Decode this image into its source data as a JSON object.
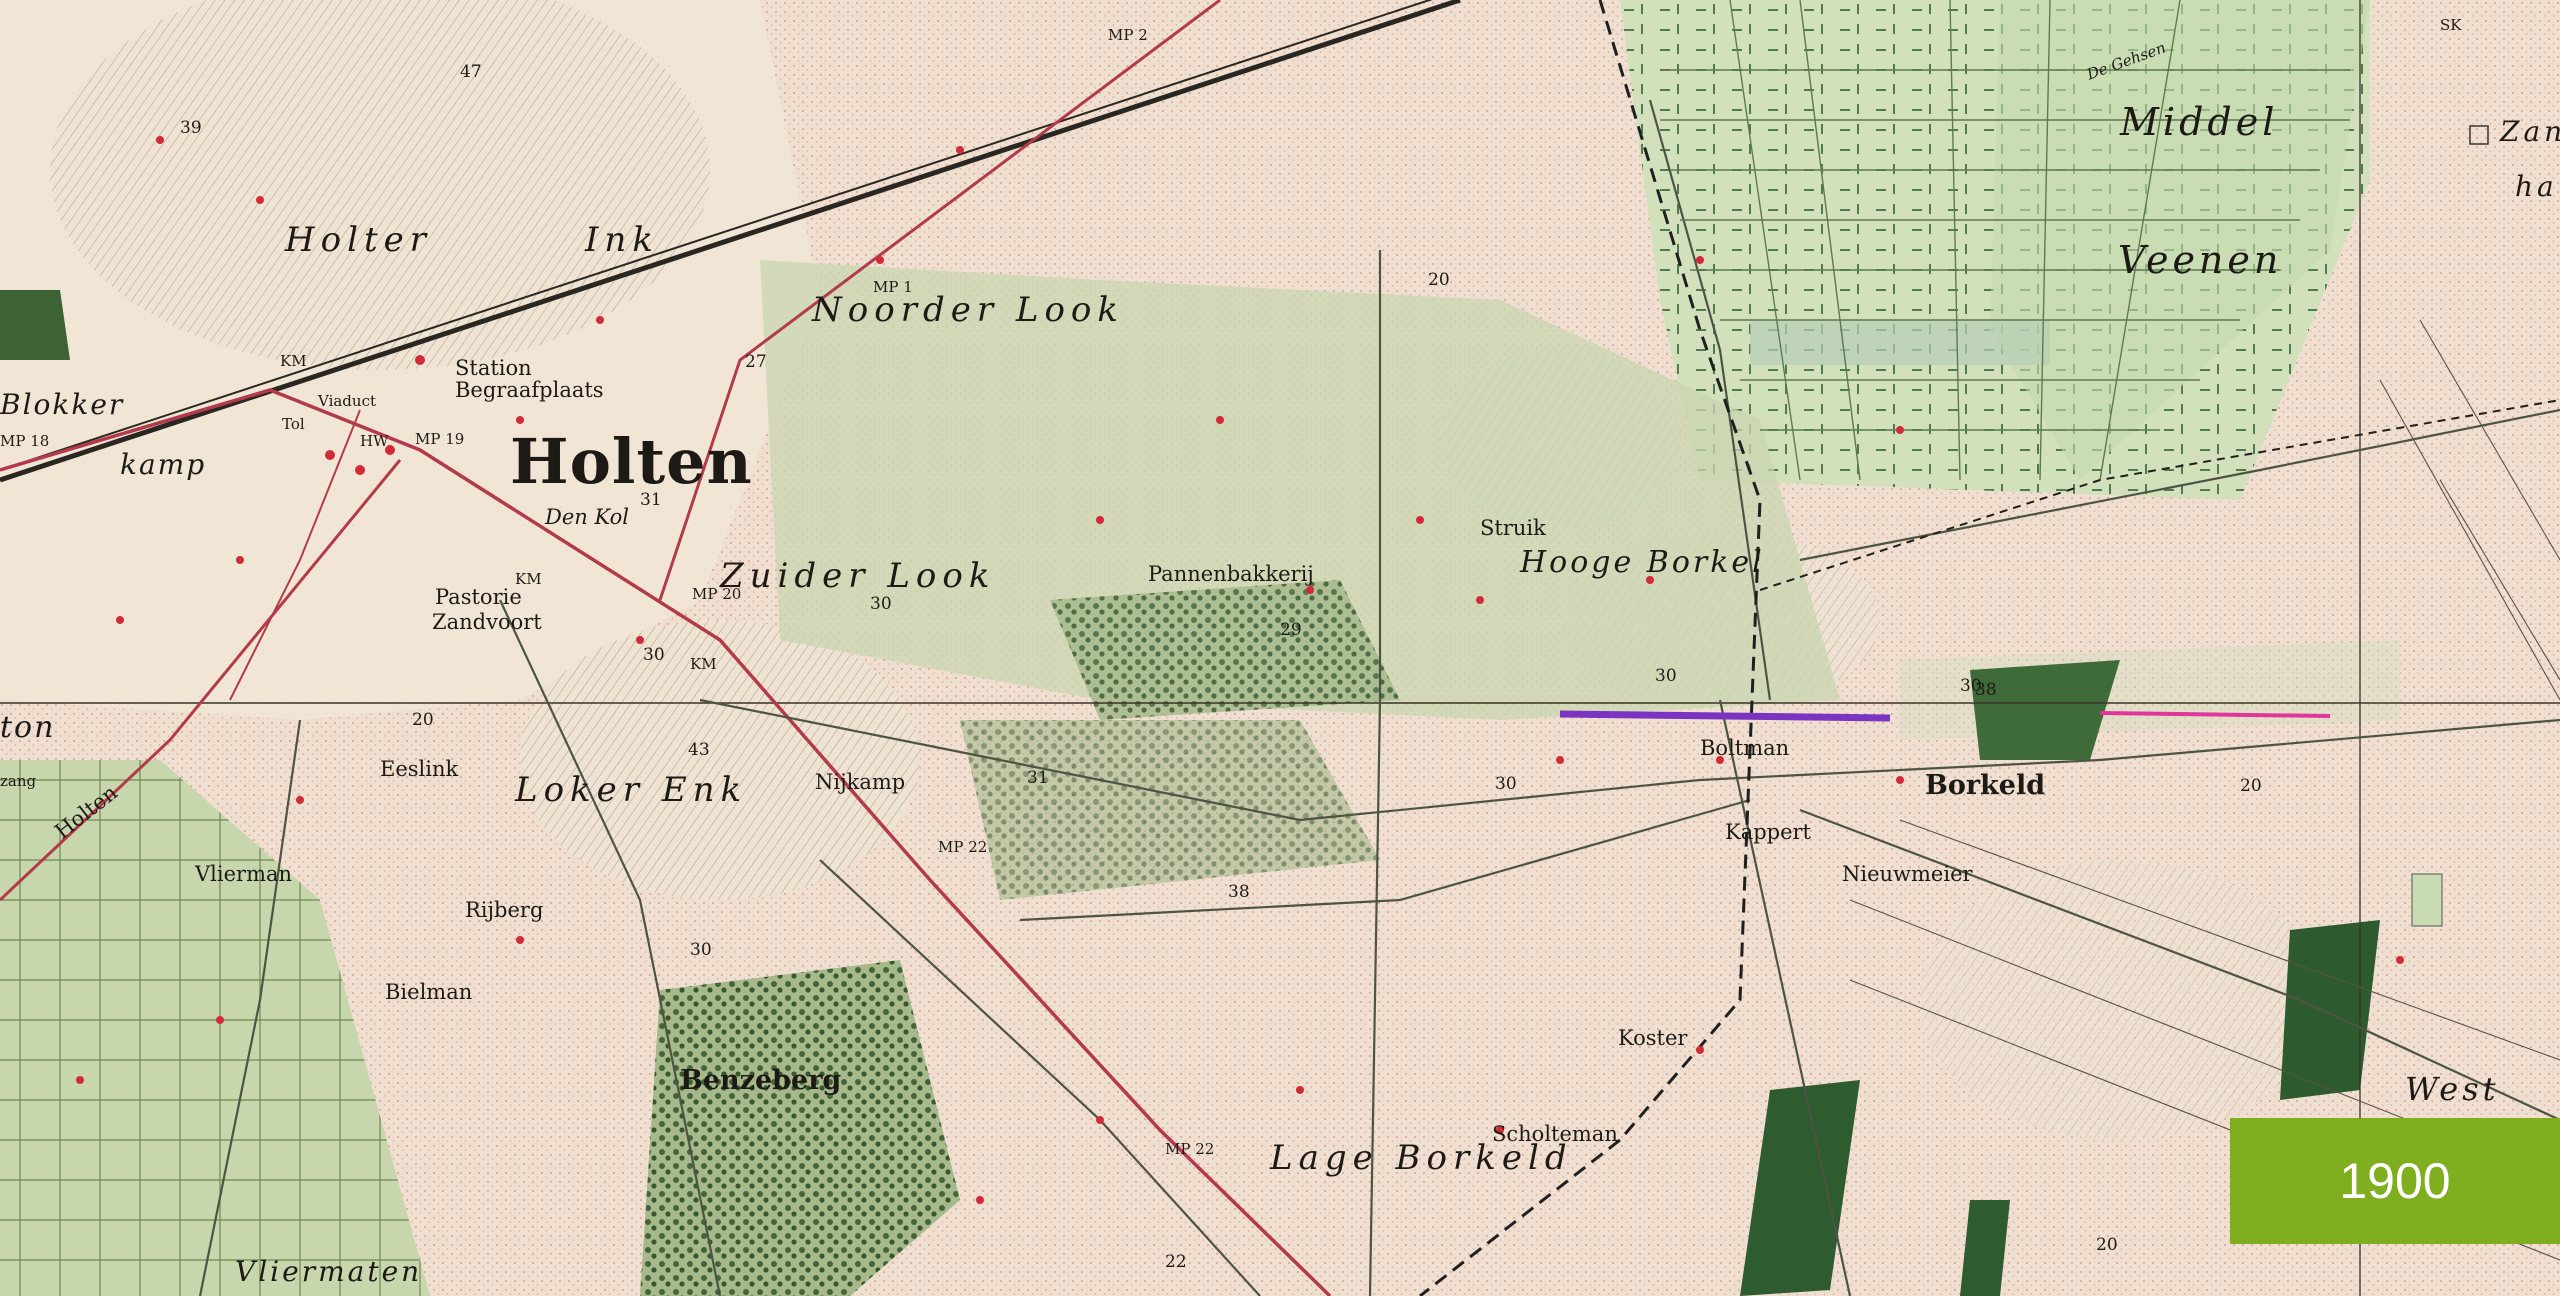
{
  "map": {
    "labels": {
      "holten": "Holten",
      "holter": "Holter",
      "ink": "Ink",
      "blokker": "Blokker",
      "kamp": "kamp",
      "station": "Station",
      "begraafplaats": "Begraafplaats",
      "viaduct": "Viaduct",
      "tol": "Tol",
      "den_kol": "Den Kol",
      "pastorie": "Pastorie",
      "zandvoort": "Zandvoort",
      "noorder_look": "Noorder Look",
      "zuider_look": "Zuider Look",
      "pannenbakkerij": "Pannenbakkerij",
      "struik": "Struik",
      "hooge_borkel": "Hooge Borkel",
      "middel": "Middel",
      "veenen": "Veenen",
      "de_gehsen": "De Gehsen",
      "zan": "Zan",
      "ha": "ha",
      "loker_enk": "Loker Enk",
      "nijkamp": "Nijkamp",
      "eeslink": "Eeslink",
      "vlierman": "Vlierman",
      "rijberg": "Rijberg",
      "bielman": "Bielman",
      "benzeberg": "Benzeberg",
      "lage_borkeld": "Lage Borkeld",
      "borkeld": "Borkeld",
      "boltman": "Boltman",
      "kappert": "Kappert",
      "nieuwmeier": "Nieuwmeier",
      "koster": "Koster",
      "scholteman": "Scholteman",
      "west": "West",
      "vliermaten": "Vliermaten",
      "holten_left": "Holten",
      "ton": "ton",
      "zang": "zang",
      "sk": "SK",
      "km1": "KM",
      "km2": "KM",
      "km3": "KM",
      "hw": "HW",
      "mp19": "MP 19",
      "mp18": "MP 18",
      "mp20": "MP 20",
      "mp22": "MP 22",
      "mp2": "MP 2",
      "mp1": "MP 1",
      "mp22b": "MP 22",
      "n47": "47",
      "n39": "39",
      "n27": "27",
      "n31": "31",
      "n30a": "30",
      "n30b": "30",
      "n30c": "30",
      "n20a": "20",
      "n20b": "20",
      "n20c": "20",
      "n20d": "20",
      "n29": "29",
      "n43": "43",
      "n38a": "38",
      "n38b": "38",
      "n31b": "31",
      "n30d": "30",
      "n30e": "30",
      "n22": "22",
      "n30f": "30"
    },
    "year": "1900"
  }
}
